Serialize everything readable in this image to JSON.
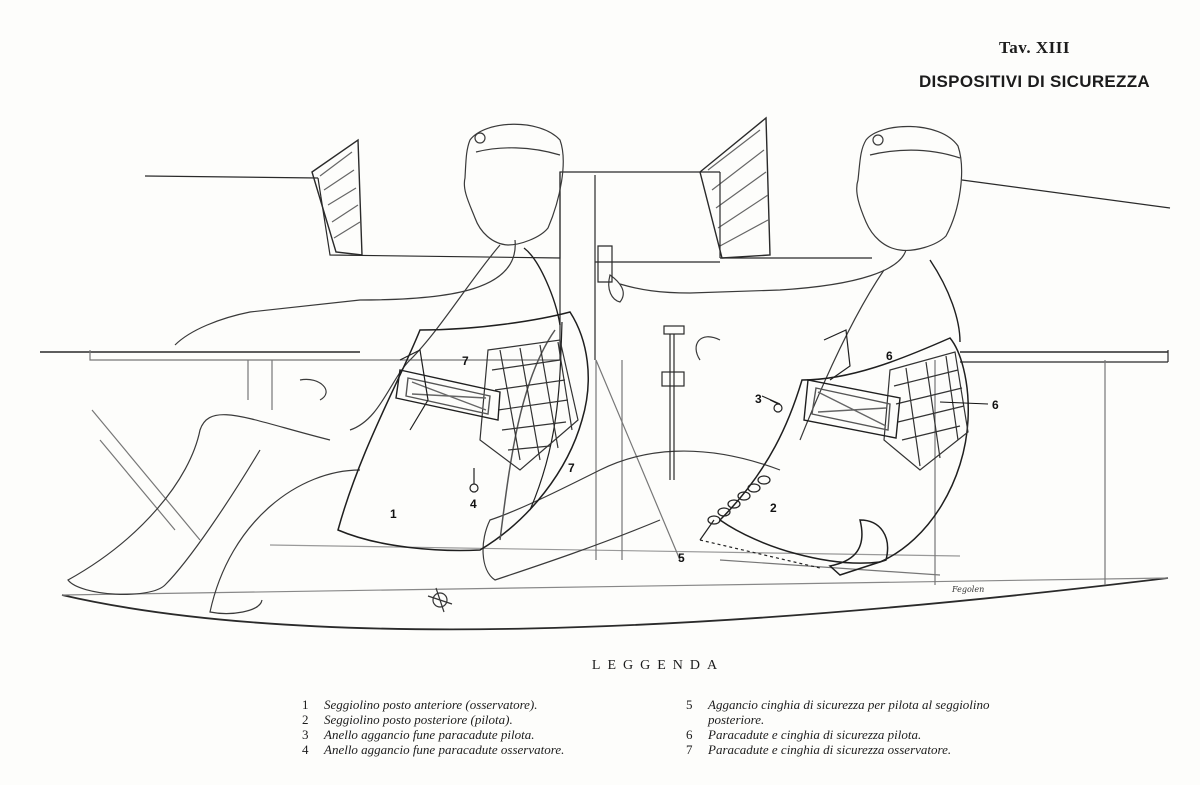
{
  "header": {
    "plate_number": "Tav. XIII",
    "title": "DISPOSITIVI DI SICUREZZA"
  },
  "drawing": {
    "callouts": [
      "1",
      "2",
      "3",
      "4",
      "5",
      "6",
      "6",
      "7",
      "7"
    ],
    "signature": "Fegolen"
  },
  "legend": {
    "title": "LEGGENDA",
    "left_items": [
      {
        "num": "1",
        "text": "Seggiolino posto anteriore (osservatore)."
      },
      {
        "num": "2",
        "text": "Seggiolino posto posteriore (pilota)."
      },
      {
        "num": "3",
        "text": "Anello aggancio fune paracadute pilota."
      },
      {
        "num": "4",
        "text": "Anello aggancio fune paracadute osservatore."
      }
    ],
    "right_items": [
      {
        "num": "5",
        "text": "Aggancio cinghia di sicurezza per pilota al seggiolino posteriore."
      },
      {
        "num": "6",
        "text": "Paracadute e cinghia di sicurezza pilota."
      },
      {
        "num": "7",
        "text": "Paracadute e cinghia di sicurezza osservatore."
      }
    ]
  }
}
